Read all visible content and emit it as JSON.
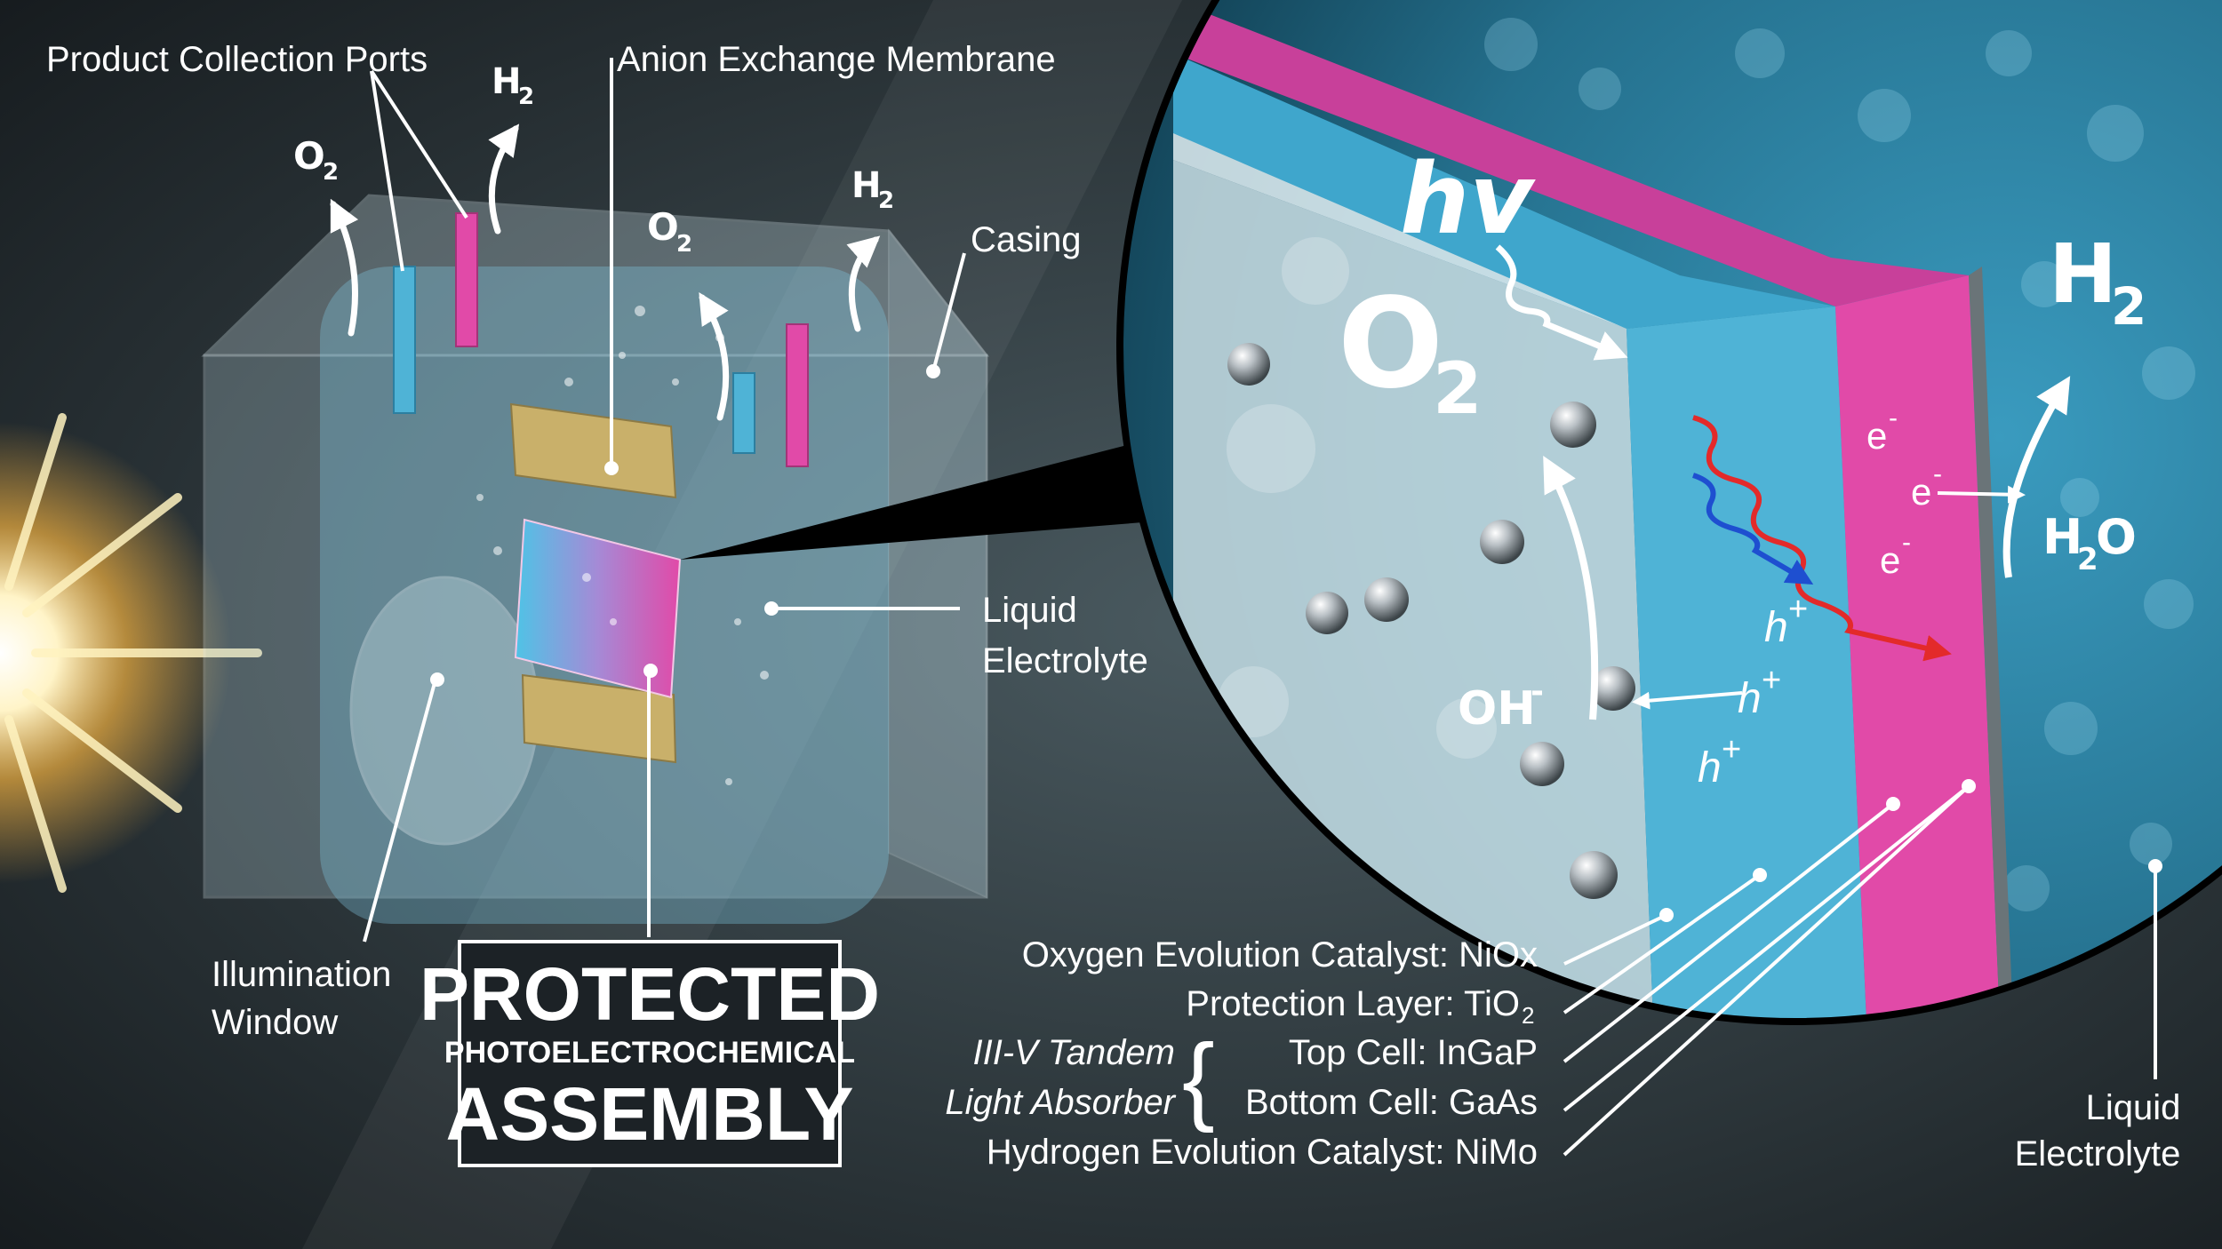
{
  "labels": {
    "product_collection_ports": "Product Collection Ports",
    "anion_exchange_membrane": "Anion Exchange Membrane",
    "casing": "Casing",
    "liquid_electrolyte_left_1": "Liquid",
    "liquid_electrolyte_left_2": "Electrolyte",
    "illumination_window_1": "Illumination",
    "illumination_window_2": "Window",
    "liquid_electrolyte_right_1": "Liquid",
    "liquid_electrolyte_right_2": "Electrolyte"
  },
  "banner": {
    "line1": "PROTECTED",
    "line2": "PHOTOELECTROCHEMICAL",
    "line3": "ASSEMBLY"
  },
  "layers": {
    "oec": "Oxygen Evolution Catalyst: NiOx",
    "protection_prefix": "Protection Layer: TiO",
    "protection_sub": "2",
    "tandem_1": "III-V Tandem",
    "tandem_2": "Light Absorber",
    "top_cell": "Top Cell: InGaP",
    "bottom_cell": "Bottom Cell: GaAs",
    "hec": "Hydrogen Evolution Catalyst: NiMo"
  },
  "species": {
    "o2": "O",
    "o2_sub": "2",
    "h2": "H",
    "h2_sub": "2",
    "hv": "hv",
    "oh": "OH",
    "oh_sup": "-",
    "h2o_a": "H",
    "h2o_sub": "2",
    "h2o_b": "O",
    "e": "e",
    "e_sup": "-",
    "hplus": "h",
    "hplus_sup": "+"
  },
  "colors": {
    "background": "#1c2226",
    "electrolyte": "#3a8fb0",
    "protection": "#4fb3d6",
    "absorber": "#e14aa8",
    "gold": "#c9b06a",
    "arrow_red": "#e32a2a",
    "arrow_blue": "#1e4fd0"
  }
}
